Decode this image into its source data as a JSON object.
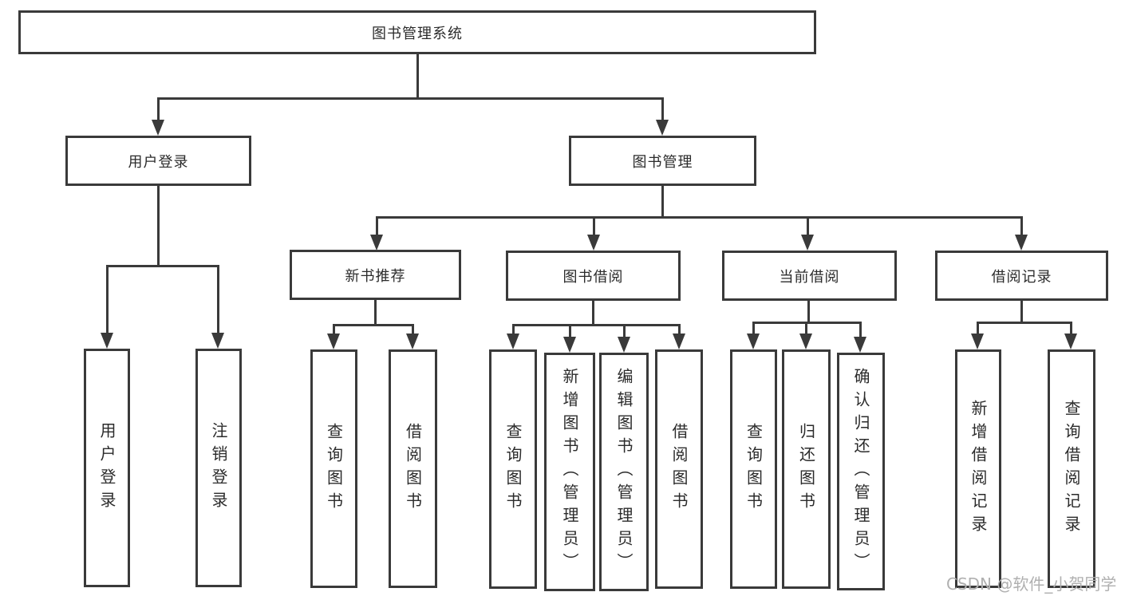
{
  "diagram": {
    "watermark": "CSDN @软件_小贺同学",
    "colors": {
      "line": "#3a3a3a",
      "text": "#2b2b2b",
      "watermark": "#b0b0b0",
      "background": "#ffffff"
    },
    "nodes": {
      "root": {
        "label": "图书管理系统"
      },
      "user_login": {
        "label": "用户登录"
      },
      "book_mgmt": {
        "label": "图书管理"
      },
      "new_book_rec": {
        "label": "新书推荐"
      },
      "book_borrow": {
        "label": "图书借阅"
      },
      "current_borrow": {
        "label": "当前借阅"
      },
      "borrow_records": {
        "label": "借阅记录"
      },
      "leaf_user_login": {
        "label": "用户登录"
      },
      "leaf_logout": {
        "label": "注销登录"
      },
      "leaf_rec_query": {
        "label": "查询图书"
      },
      "leaf_rec_borrow": {
        "label": "借阅图书"
      },
      "leaf_bb_query": {
        "label": "查询图书"
      },
      "leaf_bb_add": {
        "label": "新增图书（管理员）"
      },
      "leaf_bb_edit": {
        "label": "编辑图书（管理员）"
      },
      "leaf_bb_borrow": {
        "label": "借阅图书"
      },
      "leaf_cb_query": {
        "label": "查询图书"
      },
      "leaf_cb_return": {
        "label": "归还图书"
      },
      "leaf_cb_confirm": {
        "label": "确认归还（管理员）"
      },
      "leaf_br_add": {
        "label": "新增借阅记录"
      },
      "leaf_br_query": {
        "label": "查询借阅记录"
      }
    }
  }
}
